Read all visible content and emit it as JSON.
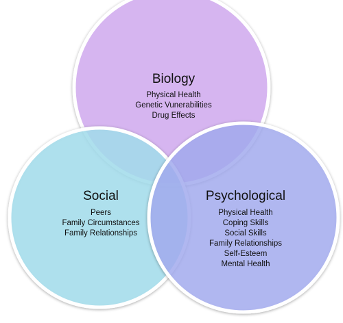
{
  "diagram": {
    "type": "venn",
    "colors": {
      "background": "#ffffff",
      "outline": "#ffffff",
      "text": "#111111"
    },
    "sets": [
      {
        "key": "biology",
        "title": "Biology",
        "items": [
          "Physical Health",
          "Genetic Vunerabilities",
          "Drug Effects"
        ],
        "color": "#d6b5f0"
      },
      {
        "key": "social",
        "title": "Social",
        "items": [
          "Peers",
          "Family Circumstances",
          "Family Relationships"
        ],
        "color": "#a6e0f0"
      },
      {
        "key": "psychological",
        "title": "Psychological",
        "items": [
          "Physical Health",
          "Coping Skills",
          "Social Skills",
          "Family Relationships",
          "Self-Esteem",
          "Mental Health"
        ],
        "color": "#a6aef5"
      }
    ]
  }
}
